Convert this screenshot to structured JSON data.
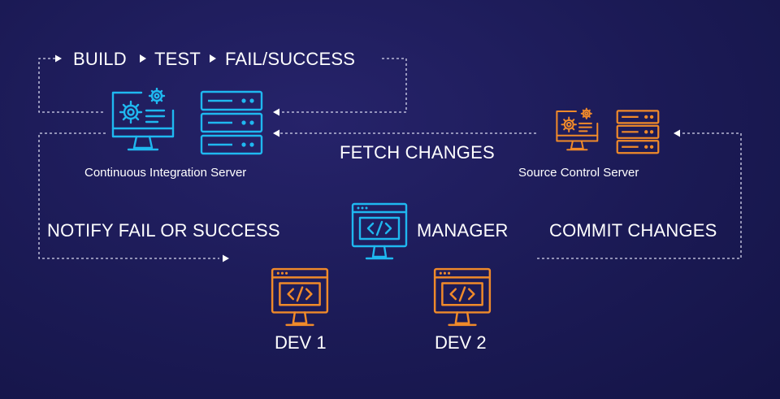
{
  "pipeline": {
    "build": "BUILD",
    "test": "TEST",
    "result": "FAIL/SUCCESS"
  },
  "ci_server": {
    "label": "Continuous Integration Server"
  },
  "source_server": {
    "label": "Source Control Server"
  },
  "fetch_changes": "FETCH CHANGES",
  "notify": "NOTIFY FAIL OR SUCCESS",
  "manager": "MANAGER",
  "commit_changes": "COMMIT CHANGES",
  "dev1": "DEV 1",
  "dev2": "DEV 2",
  "colors": {
    "background": "#1b1a55",
    "cyan": "#1fb8f0",
    "orange": "#f08a2a",
    "line": "#d8d8ee",
    "text": "#ffffff"
  }
}
